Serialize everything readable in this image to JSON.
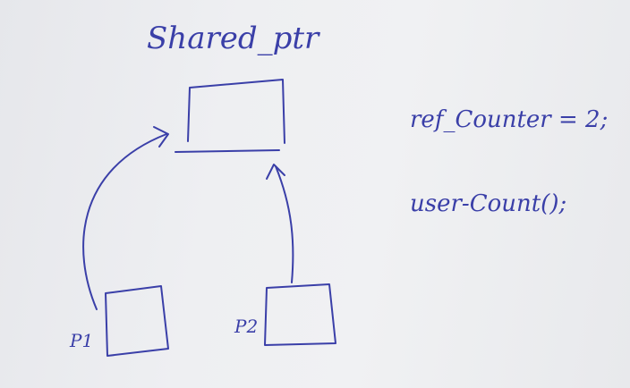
{
  "whiteboard": {
    "title": "Shared_ptr",
    "pointer_a_label": "P1",
    "pointer_b_label": "P2",
    "ref_counter_line": "ref_Counter = 2;",
    "use_count_line": "user-Count();",
    "ink_color": "#3a3fa8",
    "background_color": "#eeeff2"
  }
}
